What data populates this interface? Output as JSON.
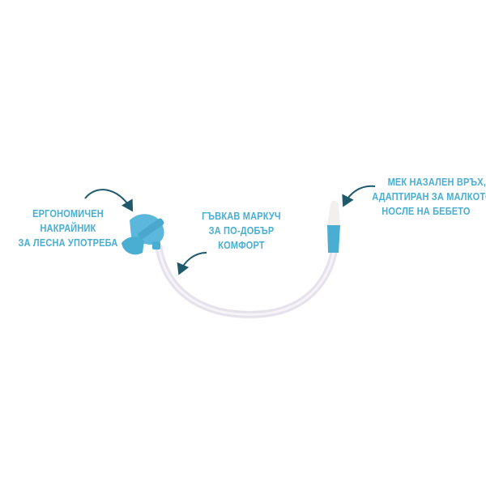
{
  "annotations": {
    "handle": [
      "ЕРГОНОМИЧЕН",
      "НАКРАЙНИК",
      "ЗА ЛЕСНА УПОТРЕБА"
    ],
    "tube": [
      "ГЪВКАВ МАРКУЧ",
      "ЗА ПО-ДОБЪР",
      "КОМФОРТ"
    ],
    "tip": [
      "МЕК НАЗАЛЕН ВРЪХ,",
      "АДАПТИРАН ЗА МАЛКОТО",
      "НОСЛЕ НА БЕБЕТО"
    ]
  },
  "colors": {
    "accent": "#4aaed2",
    "arrow": "#1f5a6a",
    "product_blue": "#5bb8dc",
    "tube": "#ece8f0"
  }
}
